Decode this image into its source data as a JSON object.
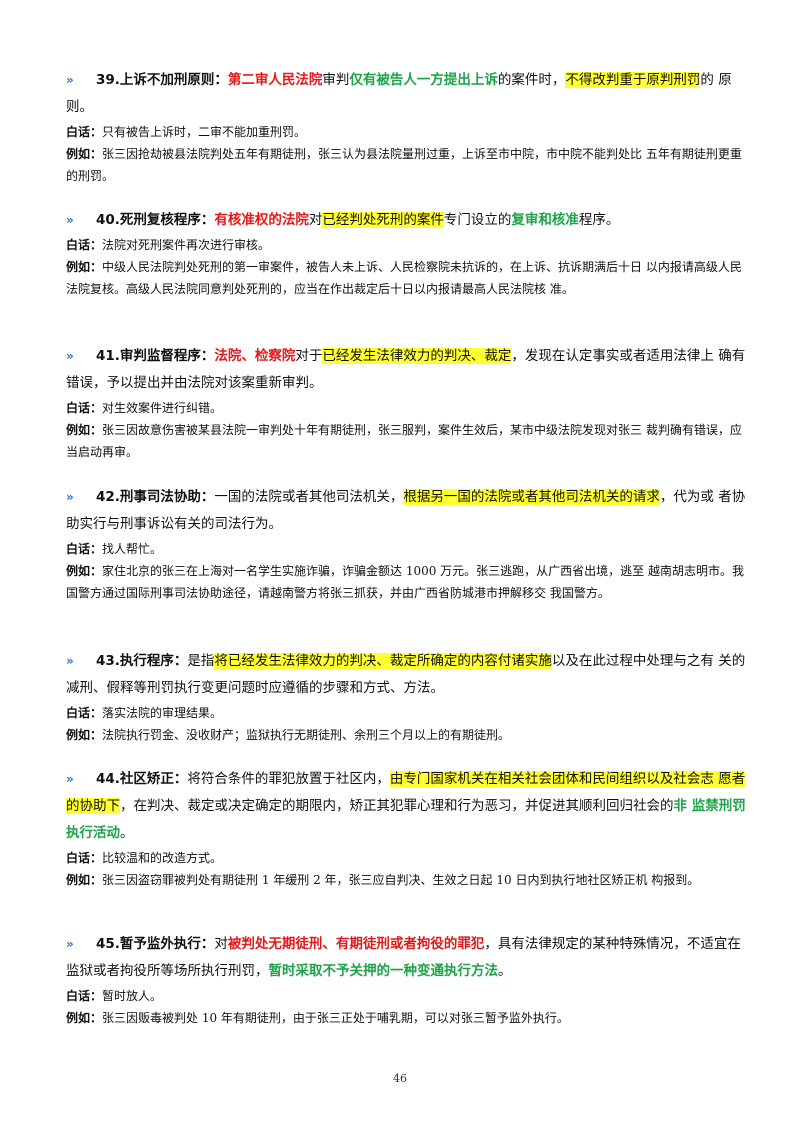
{
  "labels": {
    "baihua": "白话：",
    "liru": "例如："
  },
  "bullet": "»",
  "entries": [
    {
      "title": "39.上诉不加刑原则：",
      "segs": [
        {
          "t": "第二审人民法院",
          "c": "red"
        },
        {
          "t": "审判",
          "c": ""
        },
        {
          "t": "仅有被告人一方提出上诉",
          "c": "green"
        },
        {
          "t": "的案件时，",
          "c": ""
        },
        {
          "t": "不得改判重于原判刑罚",
          "c": "hl"
        },
        {
          "t": "的 原则。",
          "c": ""
        }
      ],
      "baihua": "只有被告上诉时，二审不能加重刑罚。",
      "liru": "张三因抢劫被县法院判处五年有期徒刑，张三认为县法院量刑过重，上诉至市中院，市中院不能判处比 五年有期徒刑更重的刑罚。"
    },
    {
      "title": "40.死刑复核程序：",
      "segs": [
        {
          "t": "有核准权的法院",
          "c": "red"
        },
        {
          "t": "对",
          "c": ""
        },
        {
          "t": "已经判处死刑的案件",
          "c": "hl"
        },
        {
          "t": "专门设立的",
          "c": ""
        },
        {
          "t": "复审和核准",
          "c": "green"
        },
        {
          "t": "程序。",
          "c": ""
        }
      ],
      "baihua": "法院对死刑案件再次进行审核。",
      "liru": "中级人民法院判处死刑的第一审案件，被告人未上诉、人民检察院未抗诉的，在上诉、抗诉期满后十日 以内报请高级人民法院复核。高级人民法院同意判处死刑的，应当在作出裁定后十日以内报请最高人民法院核 准。"
    },
    {
      "title": "41.审判监督程序：",
      "segs": [
        {
          "t": "法院、检察院",
          "c": "red"
        },
        {
          "t": "对于",
          "c": ""
        },
        {
          "t": "已经发生法律效力的判决、裁定",
          "c": "hl"
        },
        {
          "t": "，发现在认定事实或者适用法律上 确有错误，予以提出并由法院对该案重新审判。",
          "c": ""
        }
      ],
      "baihua": "对生效案件进行纠错。",
      "liru": "张三因故意伤害被某县法院一审判处十年有期徒刑，张三服判，案件生效后，某市中级法院发现对张三 裁判确有错误，应当启动再审。"
    },
    {
      "title": "42.刑事司法协助：",
      "segs": [
        {
          "t": "一国的法院或者其他司法机关，",
          "c": ""
        },
        {
          "t": "根据另一国的法院或者其他司法机关的请求",
          "c": "hl"
        },
        {
          "t": "，代为或 者协助实行与刑事诉讼有关的司法行为。",
          "c": ""
        }
      ],
      "baihua": "找人帮忙。",
      "liru": "家住北京的张三在上海对一名学生实施诈骗，诈骗金额达 1000 万元。张三逃跑，从广西省出境，逃至 越南胡志明市。我国警方通过国际刑事司法协助途径，请越南警方将张三抓获，并由广西省防城港市押解移交 我国警方。"
    },
    {
      "title": "43.执行程序：",
      "segs": [
        {
          "t": "是指",
          "c": ""
        },
        {
          "t": "将已经发生法律效力的判决、裁定所确定的内容付诸实施",
          "c": "hl"
        },
        {
          "t": "以及在此过程中处理与之有 关的减刑、假释等刑罚执行变更问题时应遵循的步骤和方式、方法。",
          "c": ""
        }
      ],
      "baihua": "落实法院的审理结果。",
      "liru": "法院执行罚金、没收财产；监狱执行无期徒刑、余刑三个月以上的有期徒刑。"
    },
    {
      "title": "44.社区矫正：",
      "segs": [
        {
          "t": "将符合条件的罪犯放置于社区内，",
          "c": ""
        },
        {
          "t": "由专门国家机关在相关社会团体和民间组织以及社会志 愿者的协助下",
          "c": "hl"
        },
        {
          "t": "，在判决、裁定或决定确定的期限内，矫正其犯罪心理和行为恶习，并促进其顺利回归社会的",
          "c": ""
        },
        {
          "t": "非 监禁刑罚执行活动",
          "c": "green"
        },
        {
          "t": "。",
          "c": ""
        }
      ],
      "baihua": "比较温和的改造方式。",
      "liru": "张三因盗窃罪被判处有期徒刑 1 年缓刑 2 年，张三应自判决、生效之日起 10 日内到执行地社区矫正机 构报到。"
    },
    {
      "title": "45.暂予监外执行：",
      "segs": [
        {
          "t": "对",
          "c": ""
        },
        {
          "t": "被判处无期徒刑、有期徒刑或者拘役的罪犯",
          "c": "red"
        },
        {
          "t": "，具有法律规定的某种特殊情况，不适宜在监狱或者拘役所等场所执行刑罚，",
          "c": ""
        },
        {
          "t": "暂时采取不予关押的一种变通执行方法",
          "c": "green"
        },
        {
          "t": "。",
          "c": ""
        }
      ],
      "baihua": "暂时放人。",
      "liru": "张三因贩毒被判处 10 年有期徒刑，由于张三正处于哺乳期，可以对张三暂予监外执行。"
    }
  ],
  "page_number": "46"
}
